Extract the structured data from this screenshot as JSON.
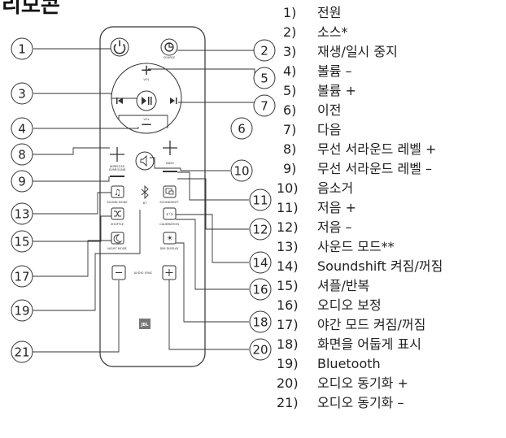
{
  "title": "리모콘",
  "button_text": {
    "source": "SOURCE",
    "vol": "VOL",
    "wireless_surround_1": "WIRELESS",
    "wireless_surround_2": "SURROUND",
    "bass": "BASS",
    "sound_mode": "SOUND MODE",
    "bt": "BT",
    "soundshift": "SOUNDSHIFT",
    "shuffle": "SHUFFLE",
    "calibration": "CALIBRATION",
    "night_mode": "NIGHT MODE",
    "dim_display": "DIM DISPLAY",
    "audio_sync": "AUDIO SYNC",
    "logo": "JBL"
  },
  "callouts": [
    "1",
    "2",
    "3",
    "4",
    "5",
    "6",
    "7",
    "8",
    "9",
    "10",
    "11",
    "12",
    "13",
    "14",
    "15",
    "16",
    "17",
    "18",
    "19",
    "20",
    "21"
  ],
  "legend": [
    {
      "num": "1)",
      "label": "전원"
    },
    {
      "num": "2)",
      "label": "소스*"
    },
    {
      "num": "3)",
      "label": "재생/일시 중지"
    },
    {
      "num": "4)",
      "label": "볼륨 –"
    },
    {
      "num": "5)",
      "label": "볼륨 +"
    },
    {
      "num": "6)",
      "label": "이전"
    },
    {
      "num": "7)",
      "label": "다음"
    },
    {
      "num": "8)",
      "label": "무선 서라운드 레벨 +"
    },
    {
      "num": "9)",
      "label": "무선 서라운드 레벨 –"
    },
    {
      "num": "10)",
      "label": "음소거"
    },
    {
      "num": "11)",
      "label": "저음 +"
    },
    {
      "num": "12)",
      "label": "저음 –"
    },
    {
      "num": "13)",
      "label": "사운드 모드**"
    },
    {
      "num": "14)",
      "label": "Soundshift 켜짐/꺼짐"
    },
    {
      "num": "15)",
      "label": "셔플/반복"
    },
    {
      "num": "16)",
      "label": "오디오 보정"
    },
    {
      "num": "17)",
      "label": "야간 모드 켜짐/꺼짐"
    },
    {
      "num": "18)",
      "label": "화면을 어둡게 표시"
    },
    {
      "num": "19)",
      "label": "Bluetooth"
    },
    {
      "num": "20)",
      "label": "오디오 동기화 +"
    },
    {
      "num": "21)",
      "label": "오디오 동기화 –"
    }
  ]
}
